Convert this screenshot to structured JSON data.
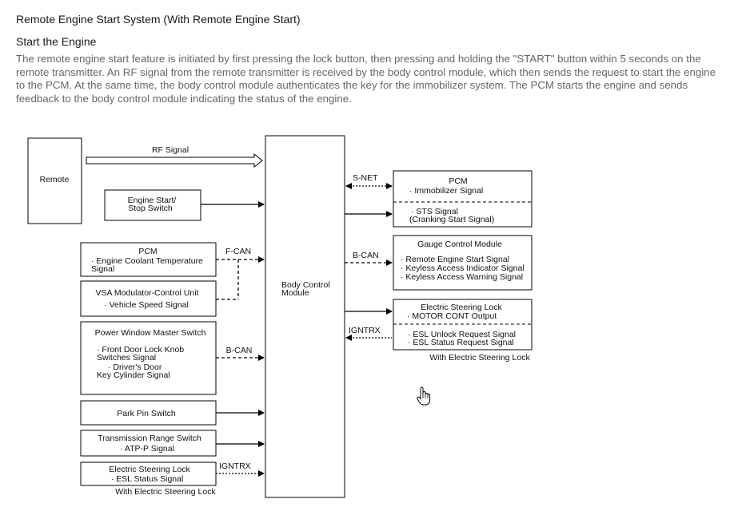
{
  "page": {
    "title": "Remote Engine Start System (With Remote Engine Start)",
    "subtitle": "Start the Engine",
    "paragraph": "The remote engine start feature is initiated by first pressing the lock button, then pressing and holding the \"START\" button within 5 seconds on the remote transmitter. An RF signal from the remote transmitter is received by the body control module, which then sends the request to start the engine to the PCM. At the same time, the body control module authenticates the key for the immobilizer system. The PCM starts the engine and sends feedback to the body control module indicating the status of the engine."
  },
  "diagram": {
    "remote": "Remote",
    "rf_signal": "RF Signal",
    "engine_start_line1": "Engine Start/",
    "engine_start_line2": "Stop Switch",
    "pcm_left_title": "PCM",
    "pcm_left_line1": "· Engine Coolant Temperature",
    "pcm_left_line2": "Signal",
    "f_can": "F-CAN",
    "vsa_title": "VSA Modulator-Control Unit",
    "vsa_line1": "· Vehicle Speed Signal",
    "pwms_title": "Power Window Master Switch",
    "pwms_line1": "· Front Door Lock Knob",
    "pwms_line2": "Switches Signal",
    "pwms_line3": "· Driver's Door",
    "pwms_line4": "Key Cylinder Signal",
    "b_can_left": "B-CAN",
    "park_pin": "Park Pin Switch",
    "trs_title": "Transmission Range Switch",
    "trs_line1": "· ATP-P Signal",
    "esl_left_title": "Electric Steering Lock",
    "esl_left_line1": "· ESL Status Signal",
    "ignrtx_left": "IGNTRX",
    "with_esl_left": "With Electric Steering Lock",
    "bcm_line1": "Body Control",
    "bcm_line2": "Module",
    "s_net": "S-NET",
    "pcm_right_title": "PCM",
    "pcm_right_line1": "· Immobilizer Signal",
    "pcm_right_line2": "· STS Signal",
    "pcm_right_line3": "(Cranking Start Signal)",
    "b_can_right": "B-CAN",
    "gcm_title": "Gauge Control Module",
    "gcm_line1": "· Remote Engine Start Signal",
    "gcm_line2": "· Keyless Access Indicator Signal",
    "gcm_line3": "· Keyless Access Warning Signal",
    "ignrtx_right": "IGNTRX",
    "esl_right_title": "Electric Steering Lock",
    "esl_right_line1": "· MOTOR CONT Output",
    "esl_right_line2": "· ESL Unlock Request Signal",
    "esl_right_line3": "· ESL Status Request Signal",
    "with_esl_right": "With Electric Steering Lock"
  },
  "icons": {
    "cursor": "hand-pointer-icon"
  }
}
